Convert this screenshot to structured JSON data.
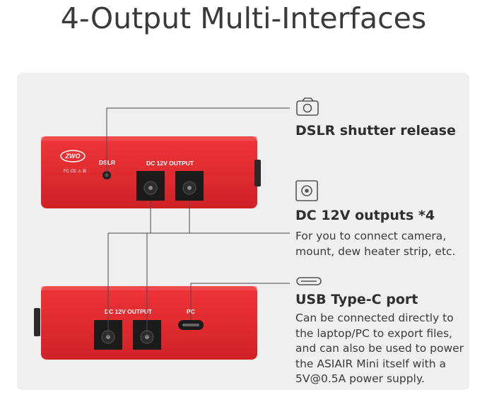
{
  "page_title": "4-Output Multi-Interfaces",
  "device": {
    "brand_logo": "ZWO",
    "certification_marks": "FC CE ⚠ ☒",
    "label_dslr": "DSLR",
    "label_dc_output_top": "DC 12V OUTPUT",
    "label_dc_output_bottom": "DC 12V OUTPUT",
    "label_pc": "PC"
  },
  "features": [
    {
      "icon": "camera-icon",
      "title": "DSLR shutter release",
      "description": []
    },
    {
      "icon": "dc-jack-icon",
      "title": "DC 12V outputs *4",
      "description": [
        "For you to connect camera,",
        "mount, dew heater strip, etc."
      ]
    },
    {
      "icon": "usb-c-icon",
      "title": "USB Type-C port",
      "description": [
        "Can be connected directly to",
        "the laptop/PC to export files,",
        "and can also be used to power",
        "the ASIAIR Mini itself with a",
        "5V@0.5A power supply."
      ]
    }
  ],
  "colors": {
    "device_red": "#e0262b",
    "device_red_dark": "#b81c20",
    "panel_bg": "#efefef",
    "line": "#4a4a4a"
  }
}
